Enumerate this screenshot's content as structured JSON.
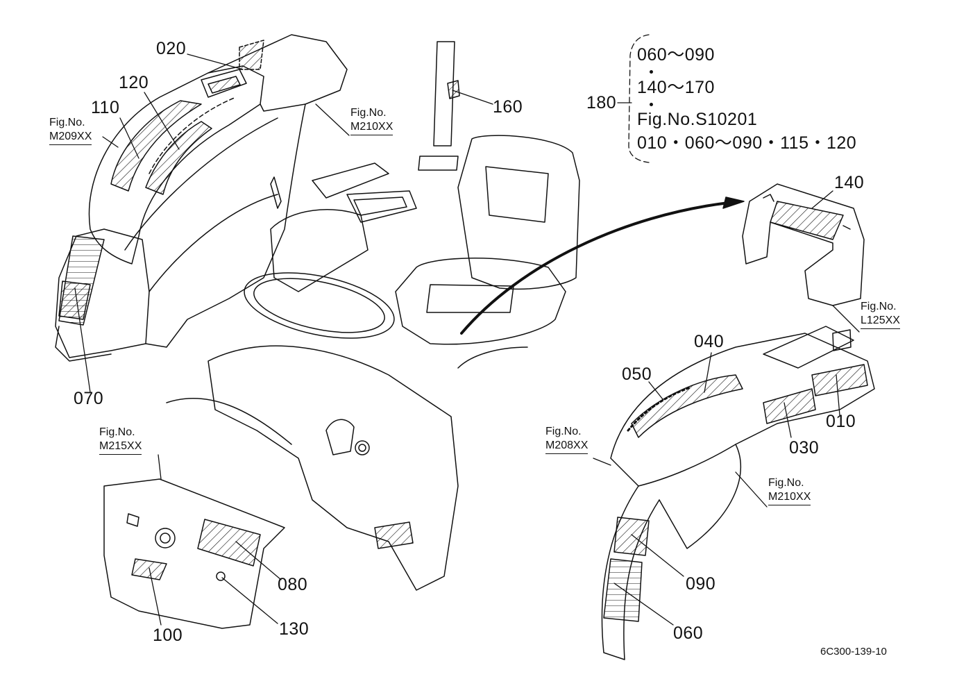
{
  "callouts": {
    "c010": "010",
    "c020": "020",
    "c030": "030",
    "c040": "040",
    "c050": "050",
    "c060": "060",
    "c070": "070",
    "c080": "080",
    "c090": "090",
    "c100": "100",
    "c110": "110",
    "c120": "120",
    "c130": "130",
    "c140": "140",
    "c160": "160",
    "c180": "180"
  },
  "fig_refs": {
    "m209": {
      "prefix": "Fig.No.",
      "code": "M209XX"
    },
    "m210_top": {
      "prefix": "Fig.No.",
      "code": "M210XX"
    },
    "l125": {
      "prefix": "Fig.No.",
      "code": "L125XX"
    },
    "m215": {
      "prefix": "Fig.No.",
      "code": "M215XX"
    },
    "m208": {
      "prefix": "Fig.No.",
      "code": "M208XX"
    },
    "m210_bottom": {
      "prefix": "Fig.No.",
      "code": "M210XX"
    }
  },
  "note_180": {
    "line1": "060～090",
    "line2": "140～170",
    "line3": "Fig.No.S10201",
    "line4": "010・060～090・115・120"
  },
  "drawing_code": "6C300-139-10"
}
